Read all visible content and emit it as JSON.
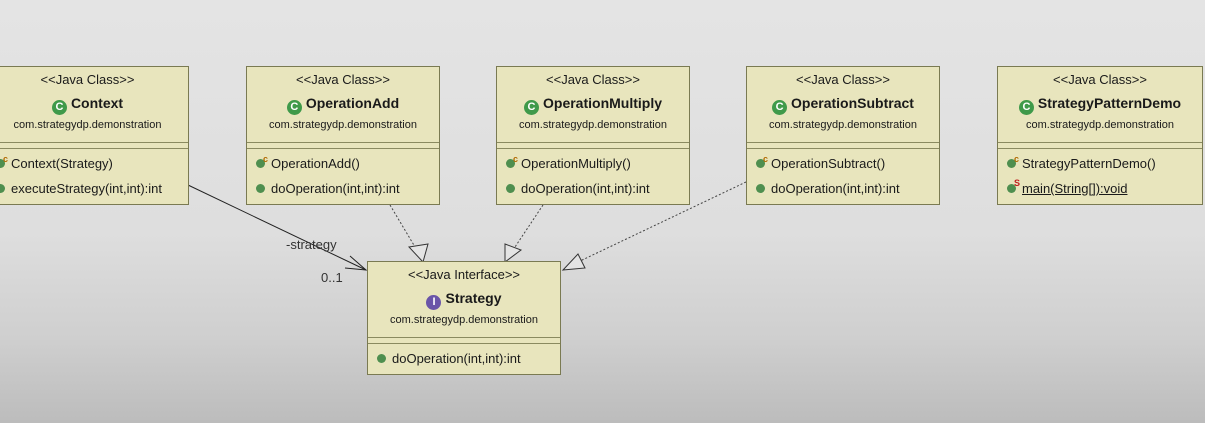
{
  "classes": [
    {
      "stereotype": "<<Java Class>>",
      "name": "Context",
      "package": "com.strategydp.demonstration",
      "ops": [
        "Context(Strategy)",
        "executeStrategy(int,int):int"
      ]
    },
    {
      "stereotype": "<<Java Class>>",
      "name": "OperationAdd",
      "package": "com.strategydp.demonstration",
      "ops": [
        "OperationAdd()",
        "doOperation(int,int):int"
      ]
    },
    {
      "stereotype": "<<Java Class>>",
      "name": "OperationMultiply",
      "package": "com.strategydp.demonstration",
      "ops": [
        "OperationMultiply()",
        "doOperation(int,int):int"
      ]
    },
    {
      "stereotype": "<<Java Class>>",
      "name": "OperationSubtract",
      "package": "com.strategydp.demonstration",
      "ops": [
        "OperationSubtract()",
        "doOperation(int,int):int"
      ]
    },
    {
      "stereotype": "<<Java Class>>",
      "name": "StrategyPatternDemo",
      "package": "com.strategydp.demonstration",
      "ops": [
        "StrategyPatternDemo()",
        "main(String[]):void"
      ]
    }
  ],
  "interface": {
    "stereotype": "<<Java Interface>>",
    "name": "Strategy",
    "package": "com.strategydp.demonstration",
    "ops": [
      "doOperation(int,int):int"
    ]
  },
  "association": {
    "role": "-strategy",
    "multiplicity": "0..1"
  },
  "icons": {
    "class_icon": "class-icon",
    "interface_icon": "interface-icon",
    "class_icon_glyph": "C",
    "interface_icon_glyph": "I"
  },
  "colors": {
    "box_fill": "#e8e5bd",
    "box_border": "#7a7a52",
    "class_icon": "#3f9a4a",
    "interface_icon": "#6a55a8"
  }
}
